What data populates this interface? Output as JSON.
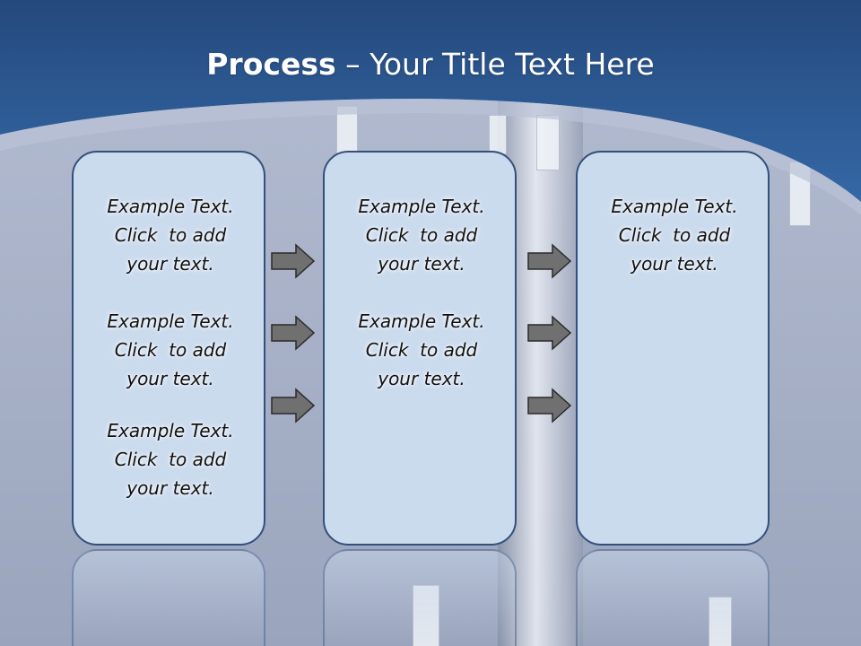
{
  "slide": {
    "title_bold": "Process",
    "title_rest": " – Your Title Text Here"
  },
  "columns": [
    {
      "blocks": [
        {
          "line1": "Example Text.",
          "line2": "Click  to add",
          "line3": "your text."
        },
        {
          "line1": "Example Text.",
          "line2": "Click  to add",
          "line3": "your text."
        },
        {
          "line1": "Example Text.",
          "line2": "Click  to add",
          "line3": "your text."
        }
      ]
    },
    {
      "blocks": [
        {
          "line1": "Example Text.",
          "line2": "Click  to add",
          "line3": "your text."
        },
        {
          "line1": "Example Text.",
          "line2": "Click  to add",
          "line3": "your text."
        }
      ]
    },
    {
      "blocks": [
        {
          "line1": "Example Text.",
          "line2": "Click  to add",
          "line3": "your text."
        }
      ]
    }
  ],
  "icons": {
    "arrow": "right-arrow-icon"
  },
  "colors": {
    "header": "#2f5b93",
    "box_fill": "#cbdbee",
    "box_border": "#33507a",
    "arrow_fill": "#707070"
  }
}
